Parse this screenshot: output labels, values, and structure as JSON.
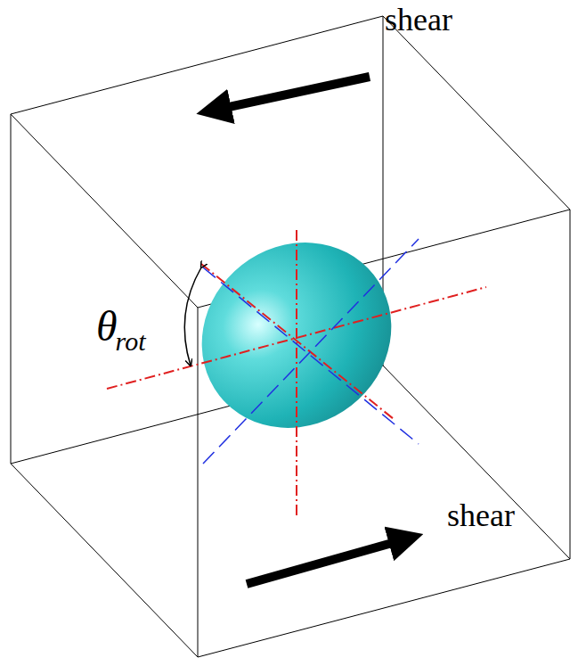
{
  "diagram": {
    "labels": [
      "shear",
      "shear",
      "θ",
      "rot"
    ]
  }
}
